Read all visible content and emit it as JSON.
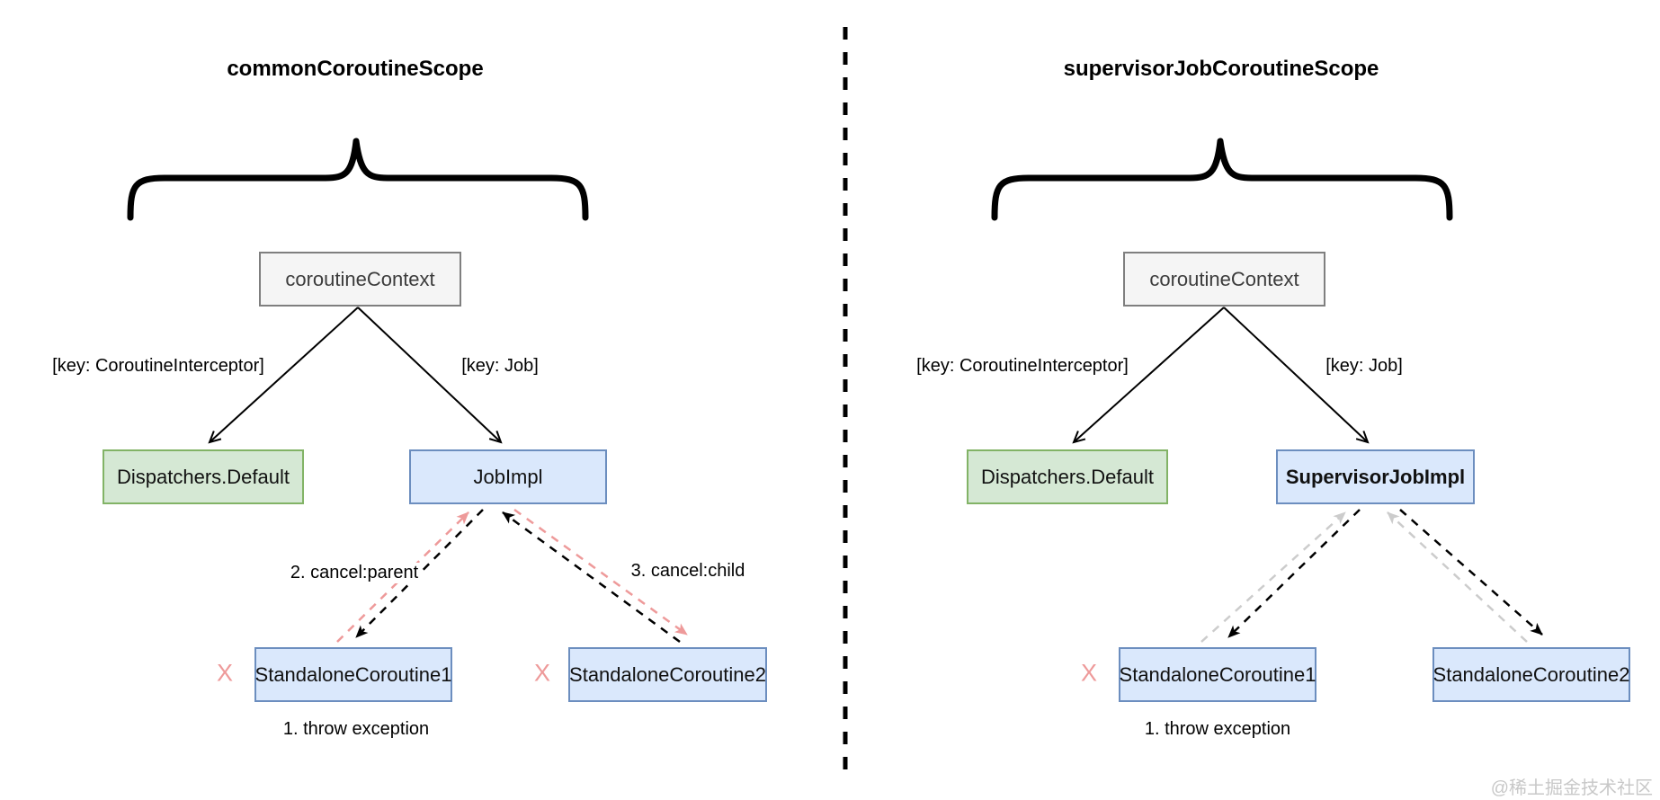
{
  "left": {
    "title": "commonCoroutineScope",
    "context": "coroutineContext",
    "key_interceptor": "[key: CoroutineInterceptor]",
    "key_job": "[key: Job]",
    "dispatcher": "Dispatchers.Default",
    "job": "JobImpl",
    "child1": "StandaloneCoroutine1",
    "child2": "StandaloneCoroutine2",
    "cancel_parent": "2. cancel:parent",
    "cancel_child": "3. cancel:child",
    "throw_exception": "1. throw exception",
    "x_mark1": "X",
    "x_mark2": "X"
  },
  "right": {
    "title": "supervisorJobCoroutineScope",
    "context": "coroutineContext",
    "key_interceptor": "[key: CoroutineInterceptor]",
    "key_job": "[key: Job]",
    "dispatcher": "Dispatchers.Default",
    "job": "SupervisorJobImpl",
    "child1": "StandaloneCoroutine1",
    "child2": "StandaloneCoroutine2",
    "throw_exception": "1. throw exception",
    "x_mark1": "X"
  },
  "watermark": "@稀土掘金技术社区",
  "colors": {
    "box_gray_fill": "#f5f5f5",
    "box_gray_border": "#7f7f7f",
    "box_blue_fill": "#dae8fc",
    "box_blue_border": "#6c8ebf",
    "box_green_fill": "#d5e8d4",
    "box_green_border": "#82b366",
    "arrow_black": "#000000",
    "arrow_pink": "#ee9a9a",
    "arrow_gray": "#cccccc",
    "x_mark": "#ee9a9a",
    "divider": "#000000",
    "watermark": "#c8c8c8"
  }
}
